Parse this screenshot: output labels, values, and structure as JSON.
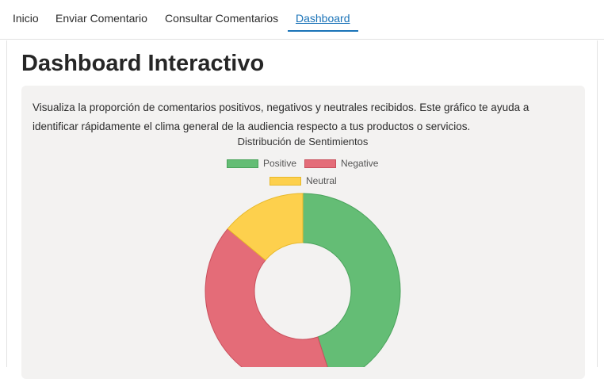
{
  "nav": {
    "items": [
      {
        "label": "Inicio",
        "active": false
      },
      {
        "label": "Enviar Comentario",
        "active": false
      },
      {
        "label": "Consultar Comentarios",
        "active": false
      },
      {
        "label": "Dashboard",
        "active": true
      }
    ]
  },
  "page": {
    "title": "Dashboard Interactivo",
    "description": "Visualiza la proporción de comentarios positivos, negativos y neutrales recibidos. Este gráfico te ayuda a identificar rápidamente el clima general de la audiencia respecto a tus productos o servicios."
  },
  "colors": {
    "accent": "#1a73b8",
    "positive_fill": "#64bd75",
    "positive_border": "#49a35b",
    "negative_fill": "#e46c78",
    "negative_border": "#c9505d",
    "neutral_fill": "#fdd04d",
    "neutral_border": "#e8b92a"
  },
  "chart_data": {
    "type": "pie",
    "subtype": "doughnut",
    "title": "Distribución de Sentimientos",
    "labels": [
      "Positive",
      "Negative",
      "Neutral"
    ],
    "values": [
      45,
      41,
      14
    ],
    "legend_position": "top"
  }
}
